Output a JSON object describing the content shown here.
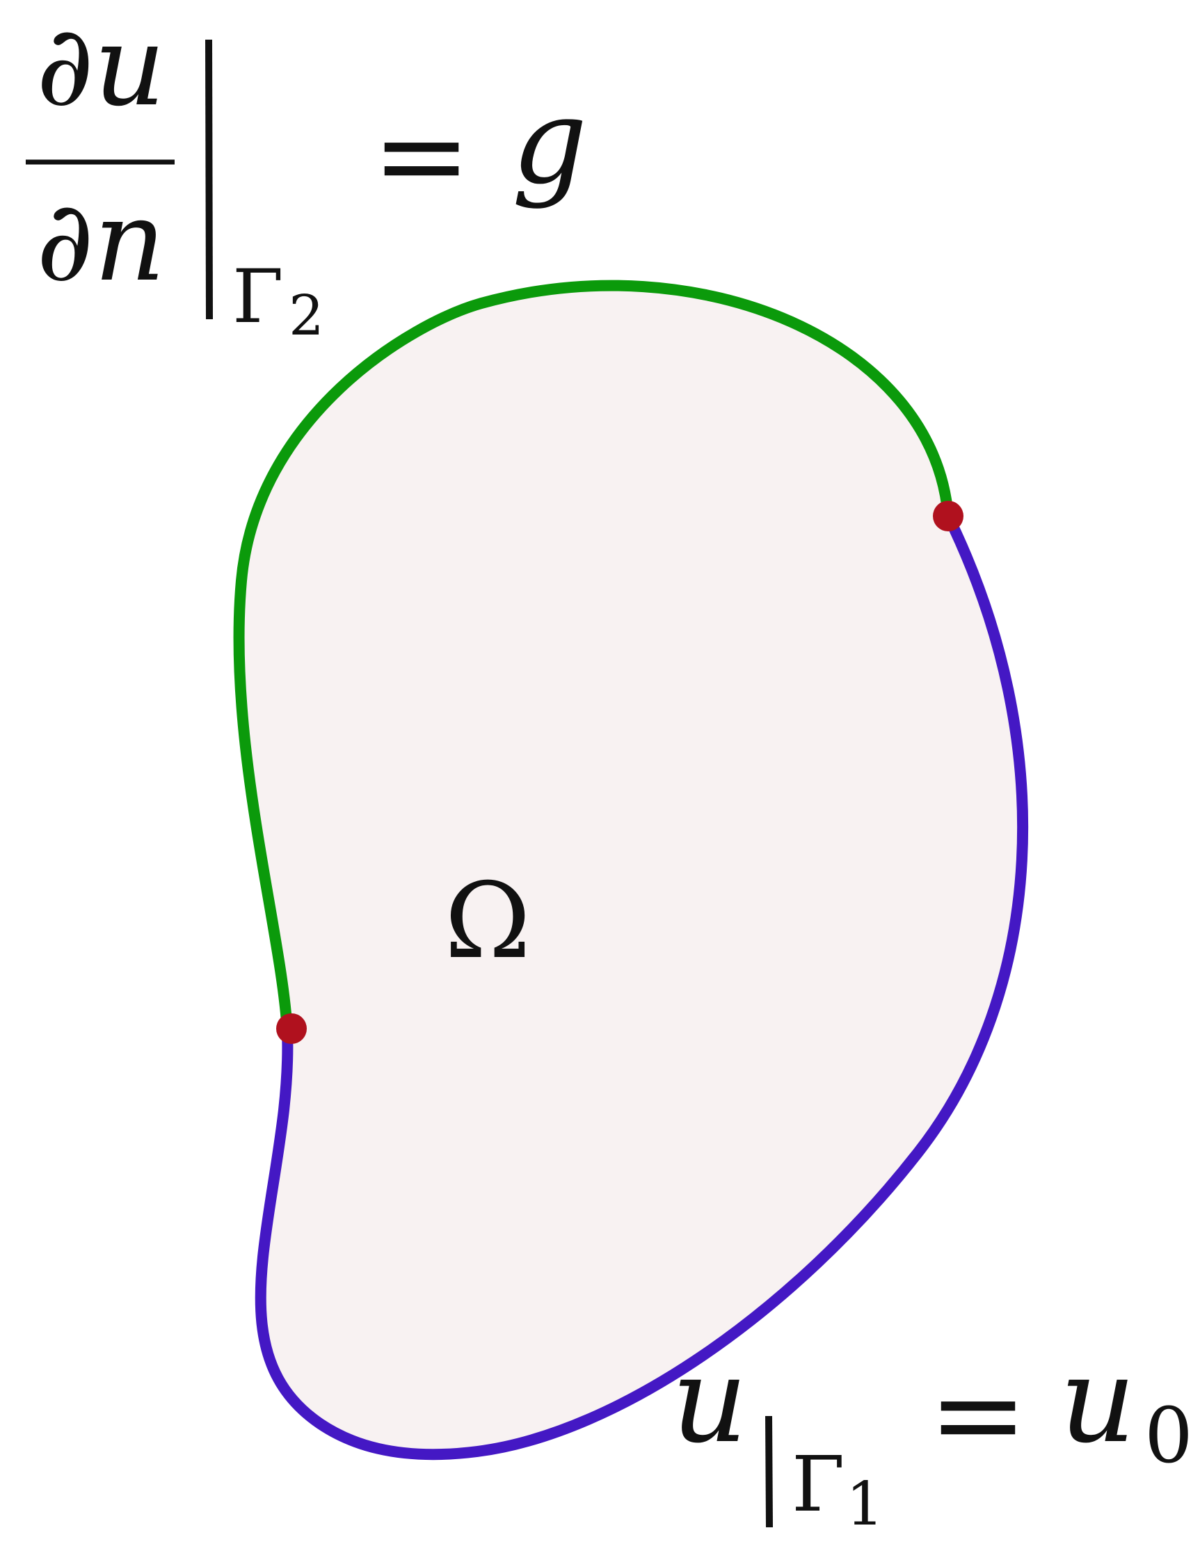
{
  "diagram": {
    "region_label": "Ω",
    "neumann_condition": {
      "numerator": "∂u",
      "denominator": "∂n",
      "boundary": "Γ",
      "boundary_index": "2",
      "equals": "=",
      "rhs": "g"
    },
    "dirichlet_condition": {
      "variable": "u",
      "boundary": "Γ",
      "boundary_index": "1",
      "equals": "=",
      "rhs": "u",
      "rhs_index": "0"
    },
    "colors": {
      "fill": "#f8f2f2",
      "gamma1": "#4418c4",
      "gamma2": "#0b9a0b",
      "junction": "#b0111e",
      "ink": "#111111"
    }
  }
}
